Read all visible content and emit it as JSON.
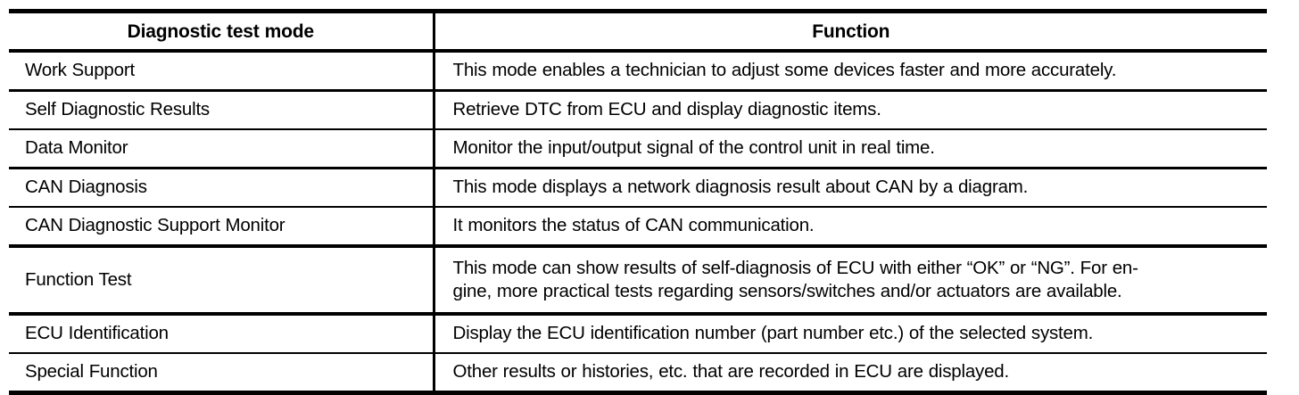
{
  "table": {
    "columns": [
      {
        "key": "mode",
        "header": "Diagnostic test mode",
        "align": "center"
      },
      {
        "key": "function",
        "header": "Function",
        "align": "center"
      }
    ],
    "rows": [
      {
        "mode": "Work Support",
        "function": "This mode enables a technician to adjust some devices faster and more accurately.",
        "function_lines": [
          "This mode enables a technician to adjust some devices faster and more accurately."
        ]
      },
      {
        "mode": "Self Diagnostic Results",
        "function": "Retrieve DTC from ECU and display diagnostic items.",
        "function_lines": [
          "Retrieve DTC from ECU and display diagnostic items."
        ]
      },
      {
        "mode": "Data Monitor",
        "function": "Monitor the input/output signal of the control unit in real time.",
        "function_lines": [
          "Monitor the input/output signal of the control unit in real time."
        ]
      },
      {
        "mode": "CAN Diagnosis",
        "function": "This mode displays a network diagnosis result about CAN by a diagram.",
        "function_lines": [
          "This mode displays a network diagnosis result about CAN by a diagram."
        ]
      },
      {
        "mode": "CAN Diagnostic Support Monitor",
        "function": "It monitors the status of CAN communication.",
        "function_lines": [
          "It monitors the status of CAN communication."
        ]
      },
      {
        "mode": "Function Test",
        "function": "This mode can show results of self-diagnosis of ECU with either “OK” or “NG”. For engine, more practical tests regarding sensors/switches and/or actuators are available.",
        "function_lines": [
          "This mode can show results of self-diagnosis of ECU with either “OK” or “NG”. For en-",
          "gine, more practical tests regarding sensors/switches and/or actuators are available."
        ]
      },
      {
        "mode": "ECU Identification",
        "function": "Display the ECU identification number (part number etc.) of the selected system.",
        "function_lines": [
          "Display the ECU identification number (part number etc.) of the selected system."
        ]
      },
      {
        "mode": "Special Function",
        "function": "Other results or histories, etc. that are recorded in ECU are displayed.",
        "function_lines": [
          "Other results or histories, etc. that are recorded in ECU are displayed."
        ]
      }
    ]
  },
  "style": {
    "text_color": "#000000",
    "rule_color": "#000000",
    "background": "#ffffff"
  }
}
